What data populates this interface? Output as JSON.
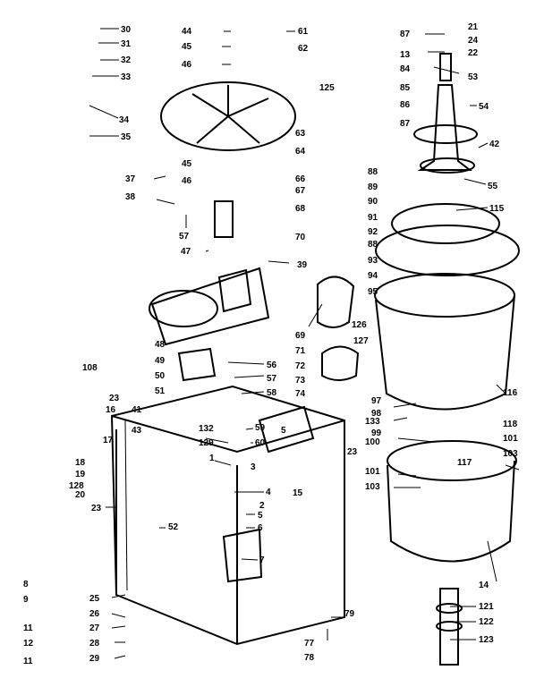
{
  "diagram": {
    "line_color": "#000000",
    "background": "#ffffff",
    "labels": {
      "l30": "30",
      "l31": "31",
      "l32": "32",
      "l33": "33",
      "l34": "34",
      "l35": "35",
      "l37": "37",
      "l38": "38",
      "l57a": "57",
      "l47": "47",
      "l44": "44",
      "l45a": "45",
      "l46a": "46",
      "l45b": "45",
      "l46b": "46",
      "l61": "61",
      "l62": "62",
      "l63": "63",
      "l64": "64",
      "l66": "66",
      "l67": "67",
      "l68": "68",
      "l70": "70",
      "l39": "39",
      "l69": "69",
      "l71": "71",
      "l72": "72",
      "l73": "73",
      "l74": "74",
      "l56": "56",
      "l57b": "57",
      "l58": "58",
      "l48": "48",
      "l49": "49",
      "l50": "50",
      "l51": "51",
      "l87a": "87",
      "l13": "13",
      "l84": "84",
      "l85": "85",
      "l86": "86",
      "l87b": "87",
      "l125": "125",
      "l88a": "88",
      "l89": "89",
      "l90": "90",
      "l91": "91",
      "l92": "92",
      "l88b": "88",
      "l93": "93",
      "l94": "94",
      "l95": "95",
      "l126": "126",
      "l127": "127",
      "l21": "21",
      "l24": "24",
      "l22": "22",
      "l53": "53",
      "l54": "54",
      "l42": "42",
      "l55": "55",
      "l115": "115",
      "l97": "97",
      "l98": "98",
      "l133": "133",
      "l99": "99",
      "l100": "100",
      "l116": "116",
      "l118": "118",
      "l101a": "101",
      "l103a": "103",
      "l117": "117",
      "l101b": "101",
      "l103b": "103",
      "l14": "14",
      "l121": "121",
      "l122": "122",
      "l123": "123",
      "l108": "108",
      "l23a": "23",
      "l16": "16",
      "l41": "41",
      "l43": "43",
      "l17": "17",
      "l18": "18",
      "l19": "19",
      "l128": "128",
      "l20": "20",
      "l23b": "23",
      "l132": "132",
      "l129": "129",
      "l59": "59",
      "l60": "60",
      "l5a": "5",
      "l23c": "23",
      "l1": "1",
      "l3": "3",
      "l15": "15",
      "l4": "4",
      "l2": "2",
      "l5b": "5",
      "l6": "6",
      "l7": "7",
      "l52": "52",
      "l8": "8",
      "l9": "9",
      "l25": "25",
      "l26": "26",
      "l27": "27",
      "l28": "28",
      "l29": "29",
      "l11a": "11",
      "l12": "12",
      "l11b": "11",
      "l79": "79",
      "l77": "77",
      "l78": "78"
    }
  }
}
